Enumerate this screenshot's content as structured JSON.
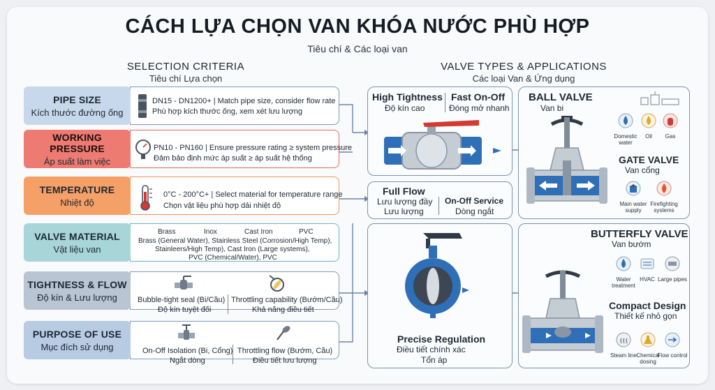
{
  "header": {
    "title": "CÁCH LỰA CHỌN VAN KHÓA NƯỚC PHÙ HỢP",
    "subtitle": "Tiêu chí & Các loại van"
  },
  "left_column": {
    "heading": "SELECTION CRITERIA",
    "heading_vi": "Tiêu chí Lựa chọn"
  },
  "right_column": {
    "heading": "VALVE TYPES & APPLICATIONS",
    "heading_vi": "Các loại Van & Ứng dụng"
  },
  "criteria": [
    {
      "title": "PIPE SIZE",
      "title_vi": "Kích thước đường ống",
      "color": "#c7d8ec",
      "border": "#7b9ac0",
      "icon": "pipe-icon",
      "line1": "DN15 - DN1200+ | Match pipe size, consider flow rate",
      "line2": "Phù hợp kích thước ống, xem xét lưu lượng"
    },
    {
      "title": "WORKING PRESSURE",
      "title_vi": "Áp suất làm việc",
      "color": "#ee7b72",
      "border": "#e06a60",
      "icon": "pressure-gauge-icon",
      "line1": "PN10 - PN160 | Ensure pressure rating ≥ system pressure",
      "line2": "Đảm bảo định mức áp suất ≥ áp suất hệ thống"
    },
    {
      "title": "TEMPERATURE",
      "title_vi": "Nhiệt độ",
      "color": "#f5a067",
      "border": "#ee9455",
      "icon": "thermometer-icon",
      "line1": "0°C - 200°C+ | Select material for temperature range",
      "line2": "Chọn vật liệu phù hợp dải nhiệt độ"
    },
    {
      "title": "VALVE MATERIAL",
      "title_vi": "Vật liệu van",
      "color": "#a7d5d8",
      "border": "#6eb5ba",
      "icon": "",
      "line1": "",
      "line2": ""
    },
    {
      "title": "TIGHTNESS & FLOW",
      "title_vi": "Độ kín & Lưu lượng",
      "color": "#b9c5d2",
      "border": "#8a9aac",
      "icon": "",
      "line1": "",
      "line2": ""
    },
    {
      "title": "PURPOSE OF USE",
      "title_vi": "Mục đích sử dụng",
      "color": "#b7cbe2",
      "border": "#7e9cc0",
      "icon": "",
      "line1": "",
      "line2": ""
    }
  ],
  "material": {
    "brass": "Brass",
    "inox": "Inox",
    "cast_iron": "Cast Iron",
    "pvc": "PVC",
    "line1": "Brass (General Water), Stainless Steel (Corrosion/High Temp),",
    "line2": "Stainleers/High Temp), Cast Iron (Large systems),",
    "line3": "PVC (Chemical/Water), PVC"
  },
  "tightness": {
    "left_en": "Bubble-tight seal (Bi/Cầu)",
    "left_vi": "Độ kín tuyệt đối",
    "right_en": "Throttling capability (Bướm/Cầu)",
    "right_vi": "Khả năng điều tiết"
  },
  "purpose": {
    "left_en": "On-Off Isolation (Bi, Cổng)",
    "left_vi": "Ngắt dòng",
    "right_en": "Throttling flow (Bướm, Cầu)",
    "right_vi": "Điều tiết lưu lượng"
  },
  "ball_box": {
    "tight_en": "High Tightness",
    "tight_vi": "Độ kín cao",
    "fast_en": "Fast On-Off",
    "fast_vi": "Đóng mở nhanh"
  },
  "flow_box": {
    "full_en": "Full Flow",
    "full_vi1": "Lưu lượng đầy",
    "full_vi2": "Lưu lượng",
    "onoff_en": "On-Off Service",
    "onoff_vi": "Dòng ngắt"
  },
  "ball_valve": {
    "title": "BALL VALVE",
    "title_vi": "Van bi",
    "apps": [
      "Domestic water",
      "Oil",
      "Gas"
    ]
  },
  "gate_valve": {
    "title": "GATE VALVE",
    "title_vi": "Van cổng",
    "apps": [
      "Main water supply",
      "Firefighting systems"
    ]
  },
  "butterfly_valve": {
    "title": "BUTTERFLY VALVE",
    "title_vi": "Van bướm",
    "apps": [
      "Water treatment",
      "HVAC",
      "Large pipes"
    ]
  },
  "compact": {
    "title": "Compact Design",
    "title_vi": "Thiết kế nhỏ gọn",
    "apps": [
      "Steam line",
      "Chemical dosing",
      "Flow control"
    ]
  },
  "regulation": {
    "title": "Precise Regulation",
    "vi1": "Điều tiết chính xác",
    "vi2": "Tổn áp"
  },
  "colors": {
    "accent_blue": "#2f6fb7",
    "steel": "#aeb8c2",
    "red_handle": "#d23a32",
    "border": "#7b93ad"
  }
}
